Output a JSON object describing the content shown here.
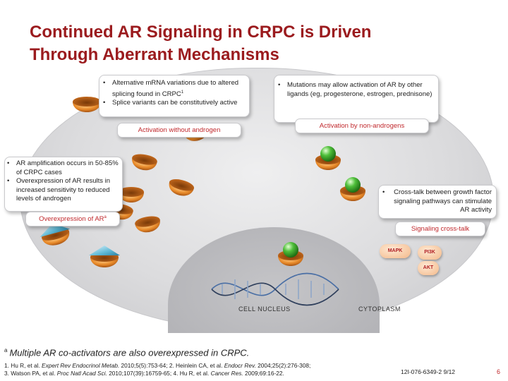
{
  "slide": {
    "title_line1": "Continued AR Signaling in CRPC is Driven",
    "title_line2": "Through Aberrant Mechanisms"
  },
  "callouts": {
    "splice": {
      "bullets": [
        "Alternative mRNA variations due to altered splicing found in CRPC",
        "Splice variants can be constitutively active"
      ],
      "ref": "1"
    },
    "mutation": {
      "bullets": [
        "Mutations may allow activation of AR by other ligands (eg, progesterone, estrogen, prednisone)"
      ]
    },
    "amplification": {
      "bullets": [
        "AR amplification occurs in 50-85% of CRPC cases",
        "Overexpression of AR results in increased sensitivity to reduced levels of androgen"
      ]
    },
    "crosstalk": {
      "bullets": [
        "Cross-talk between growth factor signaling pathways can stimulate AR activity"
      ]
    }
  },
  "labels": {
    "without_androgen": "Activation without androgen",
    "non_androgens": "Activation by non-androgens",
    "overexpression": "Overexpression of AR",
    "overexpression_sup": "a",
    "signaling_crosstalk": "Signaling cross-talk",
    "mapk": "MAPK",
    "pi3k": "PI3K",
    "akt": "AKT",
    "cell_nucleus": "CELL NUCLEUS",
    "cytoplasm": "CYTOPLASM"
  },
  "footer": {
    "footnote_marker": "a",
    "footnote_text": "Multiple AR co-activators are also overexpressed in CRPC.",
    "ref_1a": "1. Hu R, et al. ",
    "ref_1j": "Expert Rev Endocrinol Metab.",
    "ref_1b": " 2010;5(5):753-64; 2. Heinlein CA, et al. ",
    "ref_2j": "Endocr Rev.",
    "ref_2b": " 2004;25(2):276-308;",
    "ref_3a": "3. Watson PA, et al. ",
    "ref_3j": "Proc Natl Acad Sci.",
    "ref_3b": " 2010;107(39):16759-65; 4. Hu R, et al. ",
    "ref_4j": "Cancer Res.",
    "ref_4b": " 2009;69:16-22.",
    "doc_code": "12I-076-6349-2  9/12",
    "page_number": "6"
  },
  "colors": {
    "title": "#9b1b1e",
    "label_red": "#c0282c",
    "receptor_orange": "#e88a2a",
    "ligand_green": "#4fbf3a",
    "ligand_blue": "#5fb9d6"
  }
}
